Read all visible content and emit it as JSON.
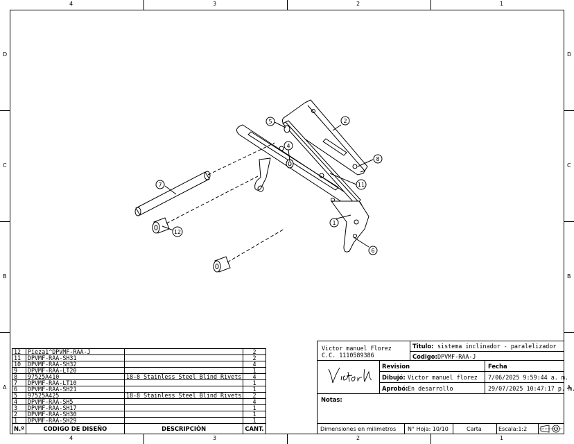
{
  "zones": {
    "columns": [
      "4",
      "3",
      "2",
      "1"
    ],
    "rows": [
      "D",
      "C",
      "B",
      "A"
    ]
  },
  "balloons": [
    "1",
    "2",
    "4",
    "5",
    "6",
    "7",
    "8",
    "11",
    "12"
  ],
  "bom": {
    "headers": {
      "item": "N.º",
      "code": "CODIGO DE DISEÑO",
      "desc": "DESCRIPCIÓN",
      "qty": "CANT."
    },
    "rows": [
      {
        "n": "12",
        "code": "Pieza1^DPVMF-RAA-J",
        "desc": "",
        "qty": "2"
      },
      {
        "n": "11",
        "code": "DPVMF-RAA-SH31",
        "desc": "",
        "qty": "2"
      },
      {
        "n": "10",
        "code": "DPVMF-RAA-SH32",
        "desc": "",
        "qty": "4"
      },
      {
        "n": "9",
        "code": "DPVMF-RAA-LT20",
        "desc": "",
        "qty": "1"
      },
      {
        "n": "8",
        "code": "97525A410",
        "desc": "18-8 Stainless Steel Blind Rivets",
        "qty": "4"
      },
      {
        "n": "7",
        "code": "DPVMF-RAA-LT10",
        "desc": "",
        "qty": "1"
      },
      {
        "n": "6",
        "code": "DPVMF-RAA-SH21",
        "desc": "",
        "qty": "1"
      },
      {
        "n": "5",
        "code": "97525A425",
        "desc": "18-8 Stainless Steel Blind Rivets",
        "qty": "2"
      },
      {
        "n": "4",
        "code": "DPVMF-RAA-SH5",
        "desc": "",
        "qty": "4"
      },
      {
        "n": "3",
        "code": "DPVMF-RAA-SH17",
        "desc": "",
        "qty": "1"
      },
      {
        "n": "2",
        "code": "DPVMF-RAA-SH30",
        "desc": "",
        "qty": "1"
      },
      {
        "n": "1",
        "code": "DPVMF-RAA-SH29",
        "desc": "",
        "qty": "1"
      }
    ]
  },
  "title_block": {
    "author_name": "Victor manuel Florez",
    "author_id": "C.C. 1110589386",
    "titulo_label": "Titulo:",
    "titulo_value": "sistema inclinador - paralelizador",
    "codigo_label": "Codigo:",
    "codigo_value": "DPVMF-RAA-J",
    "revision_label": "Revision",
    "fecha_label": "Fecha",
    "dibujo_label": "Dibujó:",
    "dibujo_value": "Victor manuel florez",
    "dibujo_fecha": "7/06/2025 9:59:44 a. m.",
    "aprobo_label": "Aprobó:",
    "aprobo_value": "En desarrollo",
    "aprobo_fecha": "29/07/2025 10:47:17 p. m.",
    "notas_label": "Notas:",
    "dimensiones": "Dimensiones en milimetros",
    "hoja": "N° Hoja: 10/10",
    "formato": "Carta",
    "escala": "Escala:1:2",
    "signature": "Victor M"
  }
}
